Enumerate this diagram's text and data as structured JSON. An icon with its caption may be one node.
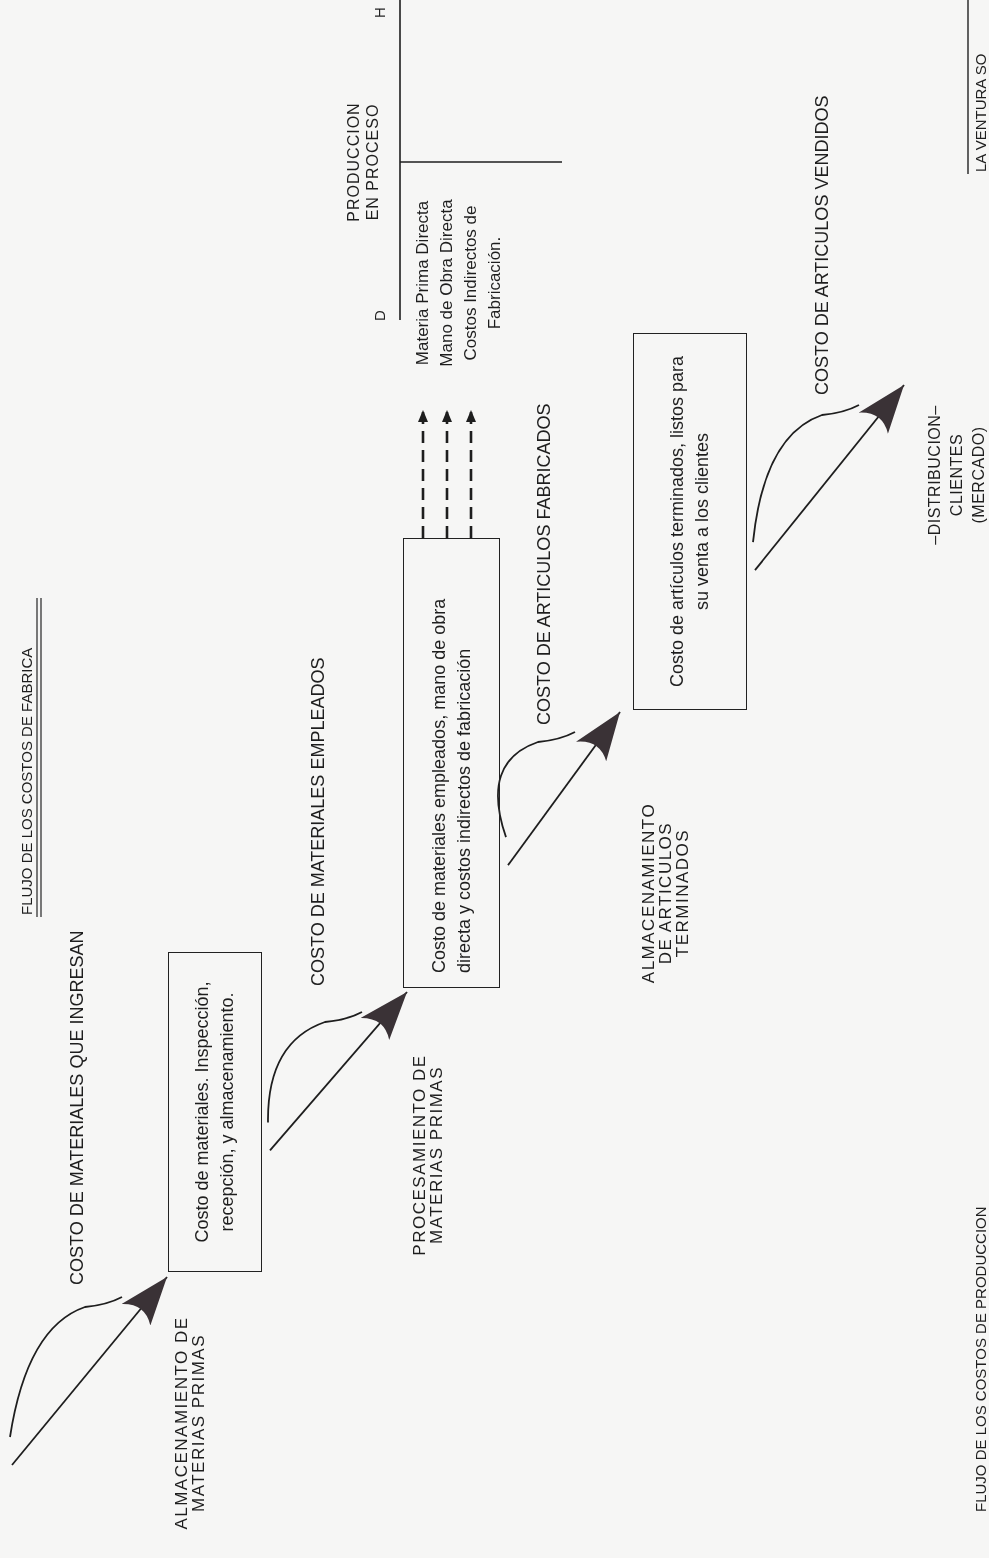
{
  "diagram": {
    "title": "FLUJO DE LOS COSTOS DE FABRICA",
    "caption": "FLUJO DE LOS COSTOS DE PRODUCCION",
    "nodes": [
      {
        "text": [
          "Costo de materiales. Inspección, recepción, y almacenamiento."
        ],
        "beside": [
          "ALMACENAMIENTO DE MATERIAS PRIMAS"
        ]
      },
      {
        "text": [
          "Costo de materiales empleados, mano de obra directa y costos indirectos de fabricación"
        ],
        "beside": [
          "PROCESAMIENTO DE MATERIAS PRIMAS"
        ]
      },
      {
        "text": [
          "Costo de artículos terminados, listos para su venta a los clientes"
        ]
      },
      {
        "text": [
          "PRODUCCION EN PROCESO"
        ]
      },
      {
        "text": [
          "Materia Prima Directa"
        ],
        "in": 3
      },
      {
        "text": [
          "Mano de Obra Directa"
        ],
        "in": 3
      },
      {
        "text": [
          "Costos Indirectos de Fabricación."
        ],
        "in": 3
      },
      {
        "text": [
          "–DISTRIBUCION– CLIENTES (MERCADO)"
        ]
      }
    ],
    "edges": [
      {
        "from": null,
        "to": 0,
        "arrow": "to",
        "label": "COSTO DE MATERIALES QUE INGRESAN"
      },
      {
        "from": 0,
        "to": 1,
        "arrow": "to",
        "label": "COSTO DE MATERIALES EMPLEADOS"
      },
      {
        "from": 1,
        "to": 2,
        "arrow": "to",
        "label": "COSTO DE ARTICULOS FABRICADOS"
      },
      {
        "from": 2,
        "to": 7,
        "arrow": "to",
        "label": "COSTO DE ARTICULOS VENDIDOS"
      },
      {
        "from": 1,
        "to": 4,
        "arrow": "to",
        "style": "dashed"
      },
      {
        "from": 1,
        "to": 5,
        "arrow": "to",
        "style": "dashed"
      },
      {
        "from": 1,
        "to": 6,
        "arrow": "to",
        "style": "dashed"
      }
    ],
    "labels": [
      "ALMACENAMIENTO DE ARTICULOS TERMINADOS",
      "D",
      "H",
      "LA VENTURA SO"
    ]
  }
}
